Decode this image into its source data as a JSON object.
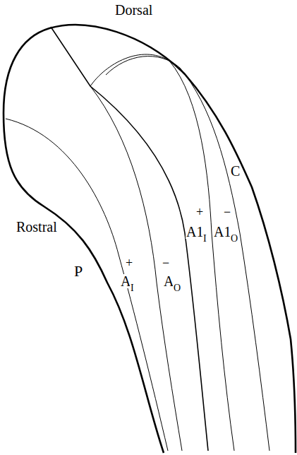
{
  "diagram": {
    "labels": [
      "Dorsal",
      "C",
      "+",
      "−",
      "A1",
      "I",
      "A1",
      "O",
      "Rostral",
      "+",
      "−",
      "A",
      "I",
      "A",
      "O",
      "P"
    ]
  }
}
